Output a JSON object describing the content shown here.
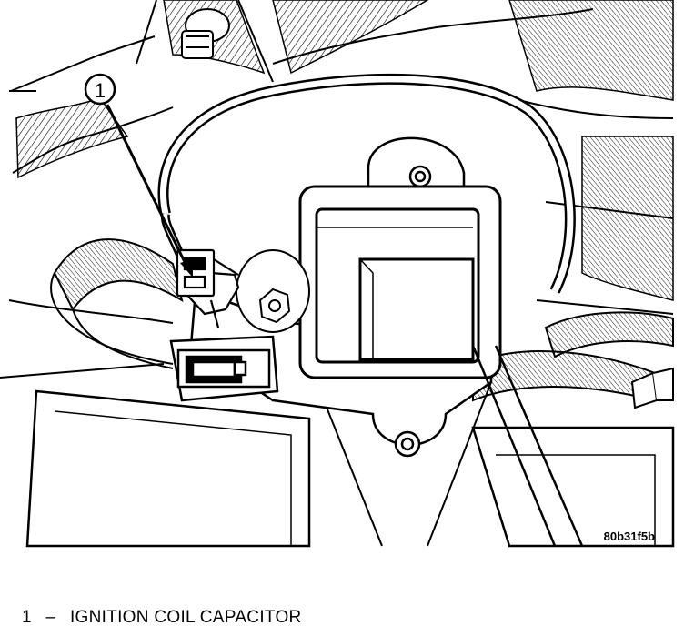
{
  "figure": {
    "code": "80b31f5b",
    "callouts": [
      {
        "number": "1",
        "label": "IGNITION COIL CAPACITOR"
      }
    ]
  },
  "legend": [
    {
      "number": "1",
      "separator": "–",
      "label": "IGNITION COIL CAPACITOR"
    }
  ],
  "colors": {
    "ink": "#000000",
    "paper": "#ffffff"
  }
}
